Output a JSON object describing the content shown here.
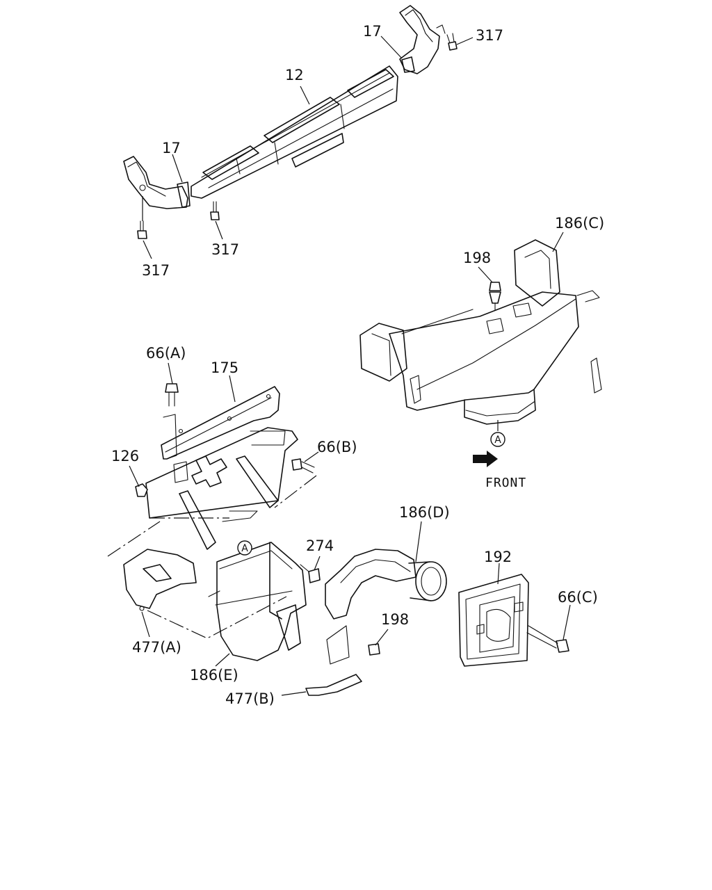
{
  "callouts": {
    "c17_top": "17",
    "c317_topright": "317",
    "c12": "12",
    "c17_left": "17",
    "c317_center": "317",
    "c317_left": "317",
    "c186c": "186(C)",
    "c198_top": "198",
    "c66a": "66(A)",
    "c175": "175",
    "c126": "126",
    "c66b": "66(B)",
    "c186d": "186(D)",
    "c274": "274",
    "c192": "192",
    "c66c": "66(C)",
    "c198_bottom": "198",
    "c477a": "477(A)",
    "c186e": "186(E)",
    "c477b": "477(B)"
  },
  "markers": {
    "a_upper": "A",
    "a_lower": "A"
  },
  "front_label": "FRONT"
}
